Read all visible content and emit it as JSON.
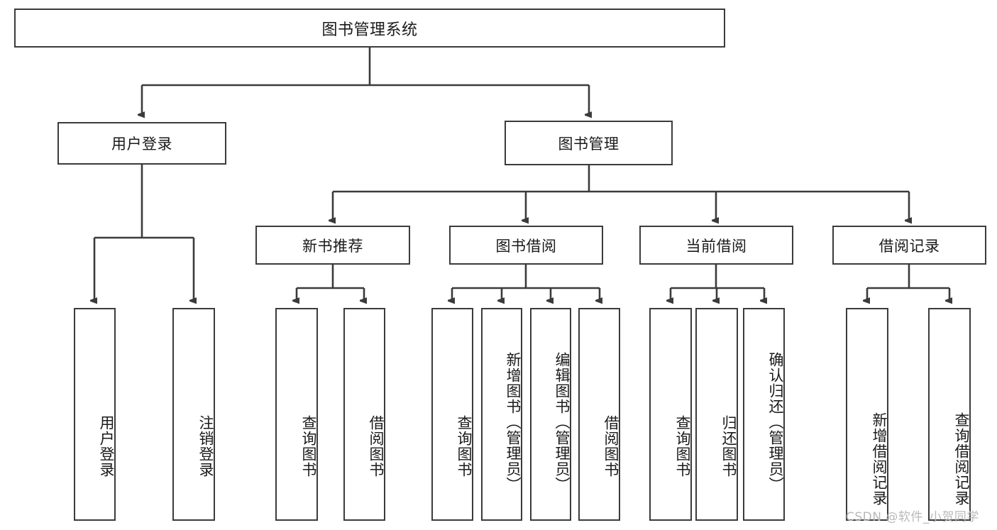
{
  "diagram": {
    "type": "tree-hierarchy",
    "title": "图书管理系统",
    "root": {
      "id": "root",
      "label": "图书管理系统",
      "children": [
        {
          "id": "user-login",
          "label": "用户登录",
          "children": [
            {
              "id": "user-login-do",
              "label": "用户登录"
            },
            {
              "id": "user-logout",
              "label": "注销登录"
            }
          ]
        },
        {
          "id": "book-manage",
          "label": "图书管理",
          "children": [
            {
              "id": "new-book-rec",
              "label": "新书推荐",
              "children": [
                {
                  "id": "rec-query-book",
                  "label": "查询图书"
                },
                {
                  "id": "rec-borrow-book",
                  "label": "借阅图书"
                }
              ]
            },
            {
              "id": "book-borrow",
              "label": "图书借阅",
              "children": [
                {
                  "id": "borrow-query-book",
                  "label": "查询图书"
                },
                {
                  "id": "borrow-add-book",
                  "label": "新增图书（管理员）"
                },
                {
                  "id": "borrow-edit-book",
                  "label": "编辑图书（管理员）"
                },
                {
                  "id": "borrow-borrow-book",
                  "label": "借阅图书"
                }
              ]
            },
            {
              "id": "current-borrow",
              "label": "当前借阅",
              "children": [
                {
                  "id": "cur-query-book",
                  "label": "查询图书"
                },
                {
                  "id": "cur-return-book",
                  "label": "归还图书"
                },
                {
                  "id": "cur-confirm-return",
                  "label": "确认归还（管理员）"
                }
              ]
            },
            {
              "id": "borrow-record",
              "label": "借阅记录",
              "children": [
                {
                  "id": "rec-add-record",
                  "label": "新增借阅记录"
                },
                {
                  "id": "rec-query-record",
                  "label": "查询借阅记录"
                }
              ]
            }
          ]
        }
      ]
    },
    "colors": {
      "box_border": "#3b3b3b",
      "box_fill": "#ffffff",
      "edge": "#3b3b3b",
      "text": "#1a1a1a",
      "watermark": "#b9b9b9",
      "background": "#ffffff"
    }
  },
  "watermark": {
    "text": "CSDN @软件_小贺同学"
  }
}
